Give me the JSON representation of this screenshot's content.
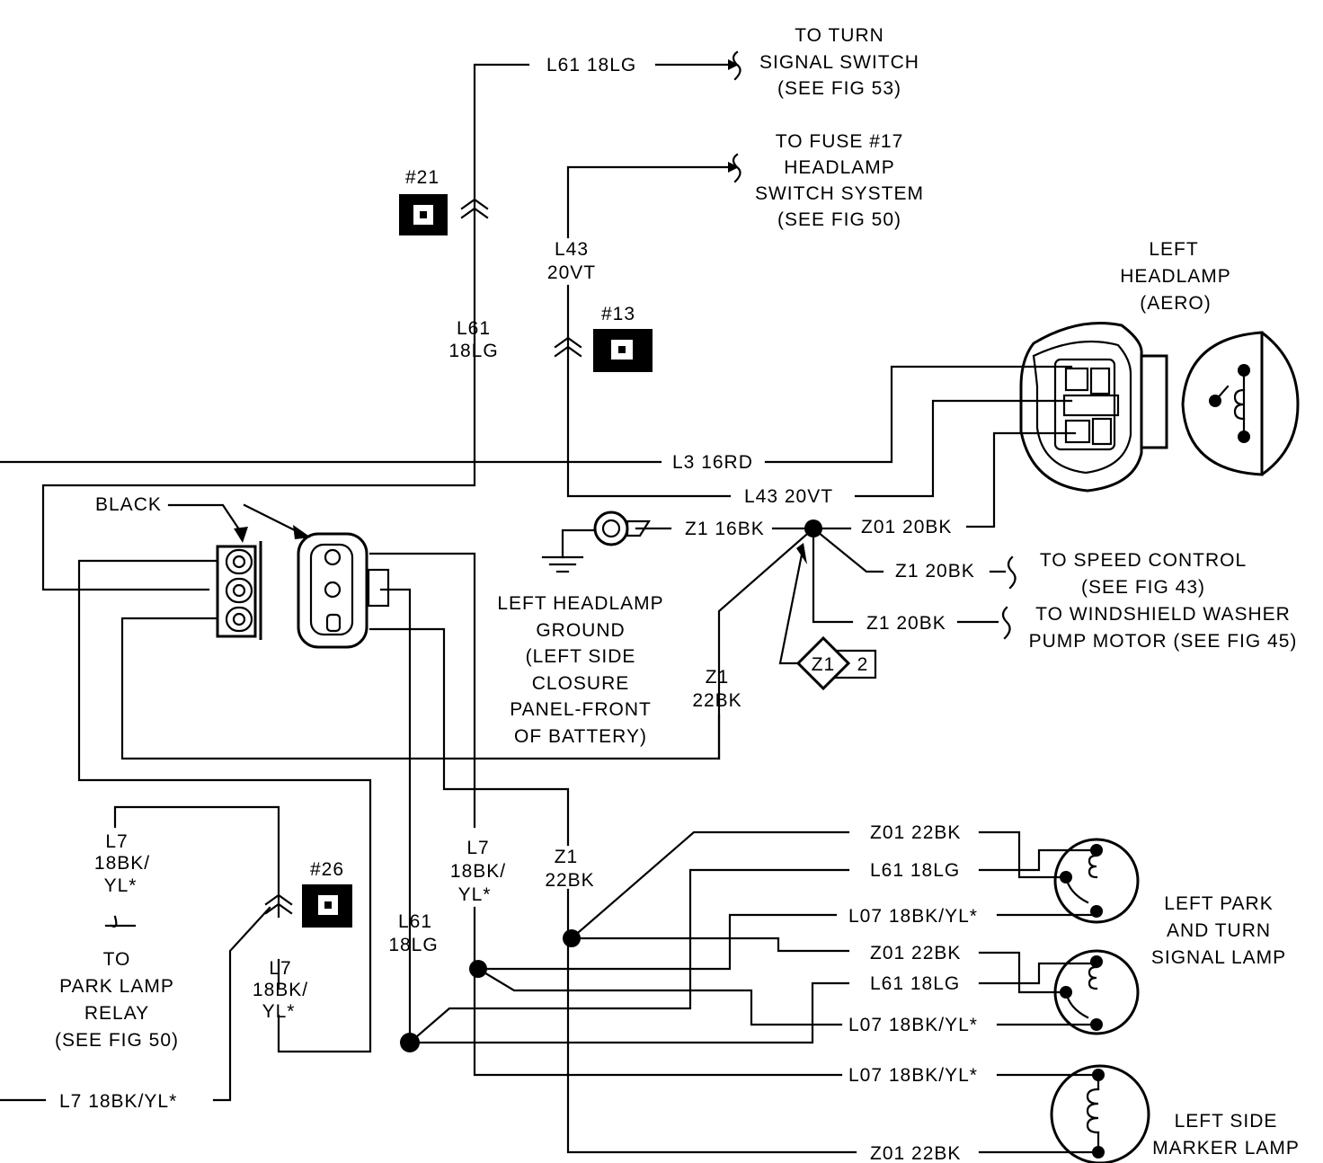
{
  "wires": {
    "l61_top": "L61 18LG",
    "l61_vert_code": "L61",
    "l61_vert_gauge": "18LG",
    "l43_code": "L43",
    "l43_gauge": "20VT",
    "l3": "L3 16RD",
    "l43_h": "L43 20VT",
    "z1_16bk": "Z1 16BK",
    "z01_20bk": "Z01 20BK",
    "z1_20bk_a": "Z1 20BK",
    "z1_20bk_b": "Z1 20BK",
    "z1_22bk_code": "Z1",
    "z1_22bk_gauge": "22BK",
    "l7_left_code": "L7",
    "l7_left_gauge": "18BK/",
    "l7_left_color": "YL*",
    "l7_mid_code": "L7",
    "l7_mid_gauge": "18BK/",
    "l7_mid_color": "YL*",
    "l7_c_code": "L7",
    "l7_c_gauge": "18BK/",
    "l7_c_color": "YL*",
    "z1_c_code": "Z1",
    "z1_c_gauge": "22BK",
    "l61_c_code": "L61",
    "l61_c_gauge": "18LG",
    "l7_bottom": "L7 18BK/YL*",
    "park_z01": "Z01 22BK",
    "park_l61": "L61 18LG",
    "park_l07": "L07 18BK/YL*",
    "turn_z01": "Z01 22BK",
    "turn_l61": "L61 18LG",
    "turn_l07": "L07 18BK/YL*",
    "marker_l07": "L07 18BK/YL*",
    "marker_z01": "Z01 22BK"
  },
  "connectors": {
    "c21": "#21",
    "c13": "#13",
    "c26": "#26"
  },
  "destinations": {
    "turn_signal": [
      "TO TURN",
      "SIGNAL SWITCH",
      "(SEE FIG 53)"
    ],
    "fuse17": [
      "TO FUSE #17",
      "HEADLAMP",
      "SWITCH SYSTEM",
      "(SEE FIG 50)"
    ],
    "speed_control": [
      "TO SPEED CONTROL",
      "(SEE FIG 43)"
    ],
    "washer": [
      "TO WINDSHIELD WASHER",
      "PUMP MOTOR (SEE FIG 45)"
    ],
    "park_relay": [
      "TO",
      "PARK LAMP",
      "RELAY",
      "(SEE FIG 50)"
    ]
  },
  "components": {
    "headlamp": [
      "LEFT",
      "HEADLAMP",
      "(AERO)"
    ],
    "ground": [
      "LEFT HEADLAMP",
      "GROUND",
      "(LEFT SIDE",
      "CLOSURE",
      "PANEL-FRONT",
      "OF BATTERY)"
    ],
    "park_turn": [
      "LEFT PARK",
      "AND TURN",
      "SIGNAL LAMP"
    ],
    "side_marker": [
      "LEFT SIDE",
      "MARKER LAMP"
    ],
    "black": "BLACK",
    "splice_code": "Z1",
    "splice_num": "2"
  }
}
